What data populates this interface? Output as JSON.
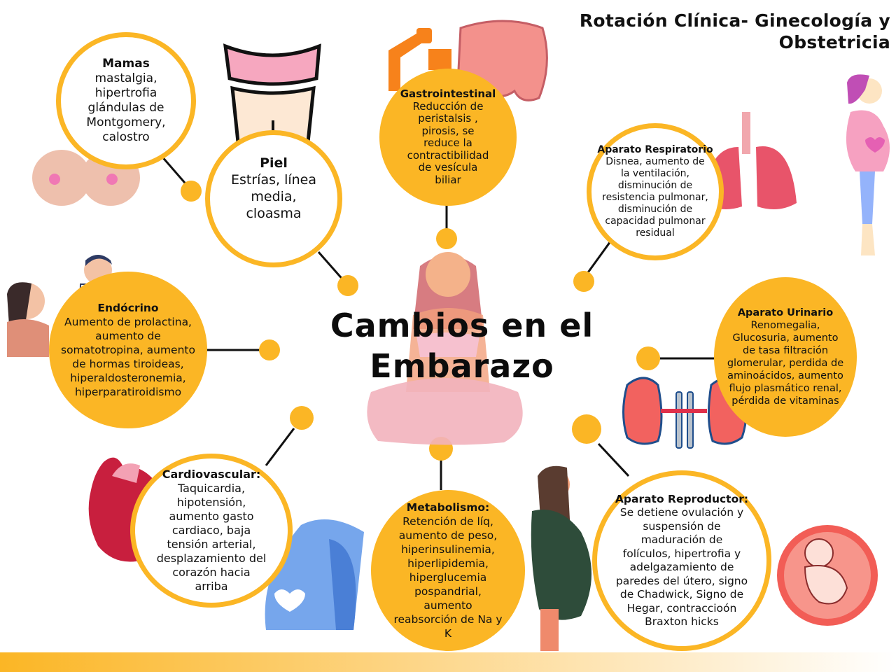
{
  "header": {
    "title_line1": "Rotación Clínica- Ginecología y",
    "title_line2": "Obstetricia"
  },
  "center": {
    "title_line1": "Cambios en el",
    "title_line2": "Embarazo"
  },
  "colors": {
    "accent": "#fbb625",
    "connector": "#111111",
    "background": "#ffffff"
  },
  "nodes": [
    {
      "id": "mamas",
      "heading": "Mamas",
      "lines": [
        "mastalgia,",
        "hipertrofia",
        "glándulas de",
        "Montgomery,",
        "calostro"
      ]
    },
    {
      "id": "piel",
      "heading": "Piel",
      "lines": [
        "Estrías, línea",
        "media,",
        "cloasma"
      ]
    },
    {
      "id": "gastrointestinal",
      "heading": "Gastrointestinal",
      "lines": [
        "Reducción de",
        "peristalsis ,",
        "pirosis, se",
        "reduce la",
        "contractibilidad",
        "de vesícula",
        "biliar"
      ]
    },
    {
      "id": "respiratorio",
      "heading": "Aparato Respiratorio",
      "lines": [
        "Disnea, aumento de",
        "la ventilación,",
        "disminución de",
        "resistencia pulmonar,",
        "disminución de",
        "capacidad pulmonar",
        "residual"
      ]
    },
    {
      "id": "endocrino",
      "heading": "Endócrino",
      "lines": [
        "Aumento de prolactina,",
        "aumento de",
        "somatotropina, aumento",
        "de hormas tiroideas,",
        "hiperaldosteronemia,",
        "hiperparatiroidismo"
      ]
    },
    {
      "id": "urinario",
      "heading": "Aparato Urinario",
      "lines": [
        "Renomegalia,",
        "Glucosuria, aumento",
        "de tasa filtración",
        "glomerular, perdida de",
        "aminoácidos, aumento",
        "flujo plasmático renal,",
        "pérdida de vitaminas"
      ]
    },
    {
      "id": "cardiovascular",
      "heading": "Cardiovascular:",
      "lines": [
        "Taquicardia,",
        "hipotensión,",
        "aumento gasto",
        "cardiaco, baja",
        "tensión arterial,",
        "desplazamiento del",
        "corazón hacia",
        "arriba"
      ]
    },
    {
      "id": "metabolismo",
      "heading": "Metabolismo:",
      "lines": [
        "Retención de líq,",
        "aumento de peso,",
        "hiperinsulinemia,",
        "hiperlipidemia,",
        "hiperglucemia",
        "pospandrial,",
        "aumento",
        "reabsorción de Na y",
        "K"
      ]
    },
    {
      "id": "reproductor",
      "heading": "Aparato Reproductor:",
      "lines": [
        "Se detiene ovulación y",
        "suspensión de",
        "maduración de",
        "folículos, hipertrofia y",
        "adelgazamiento de",
        "paredes del útero, signo",
        "de Chadwick, Signo de",
        "Hegar, contraccioón",
        "Braxton hicks"
      ]
    }
  ]
}
